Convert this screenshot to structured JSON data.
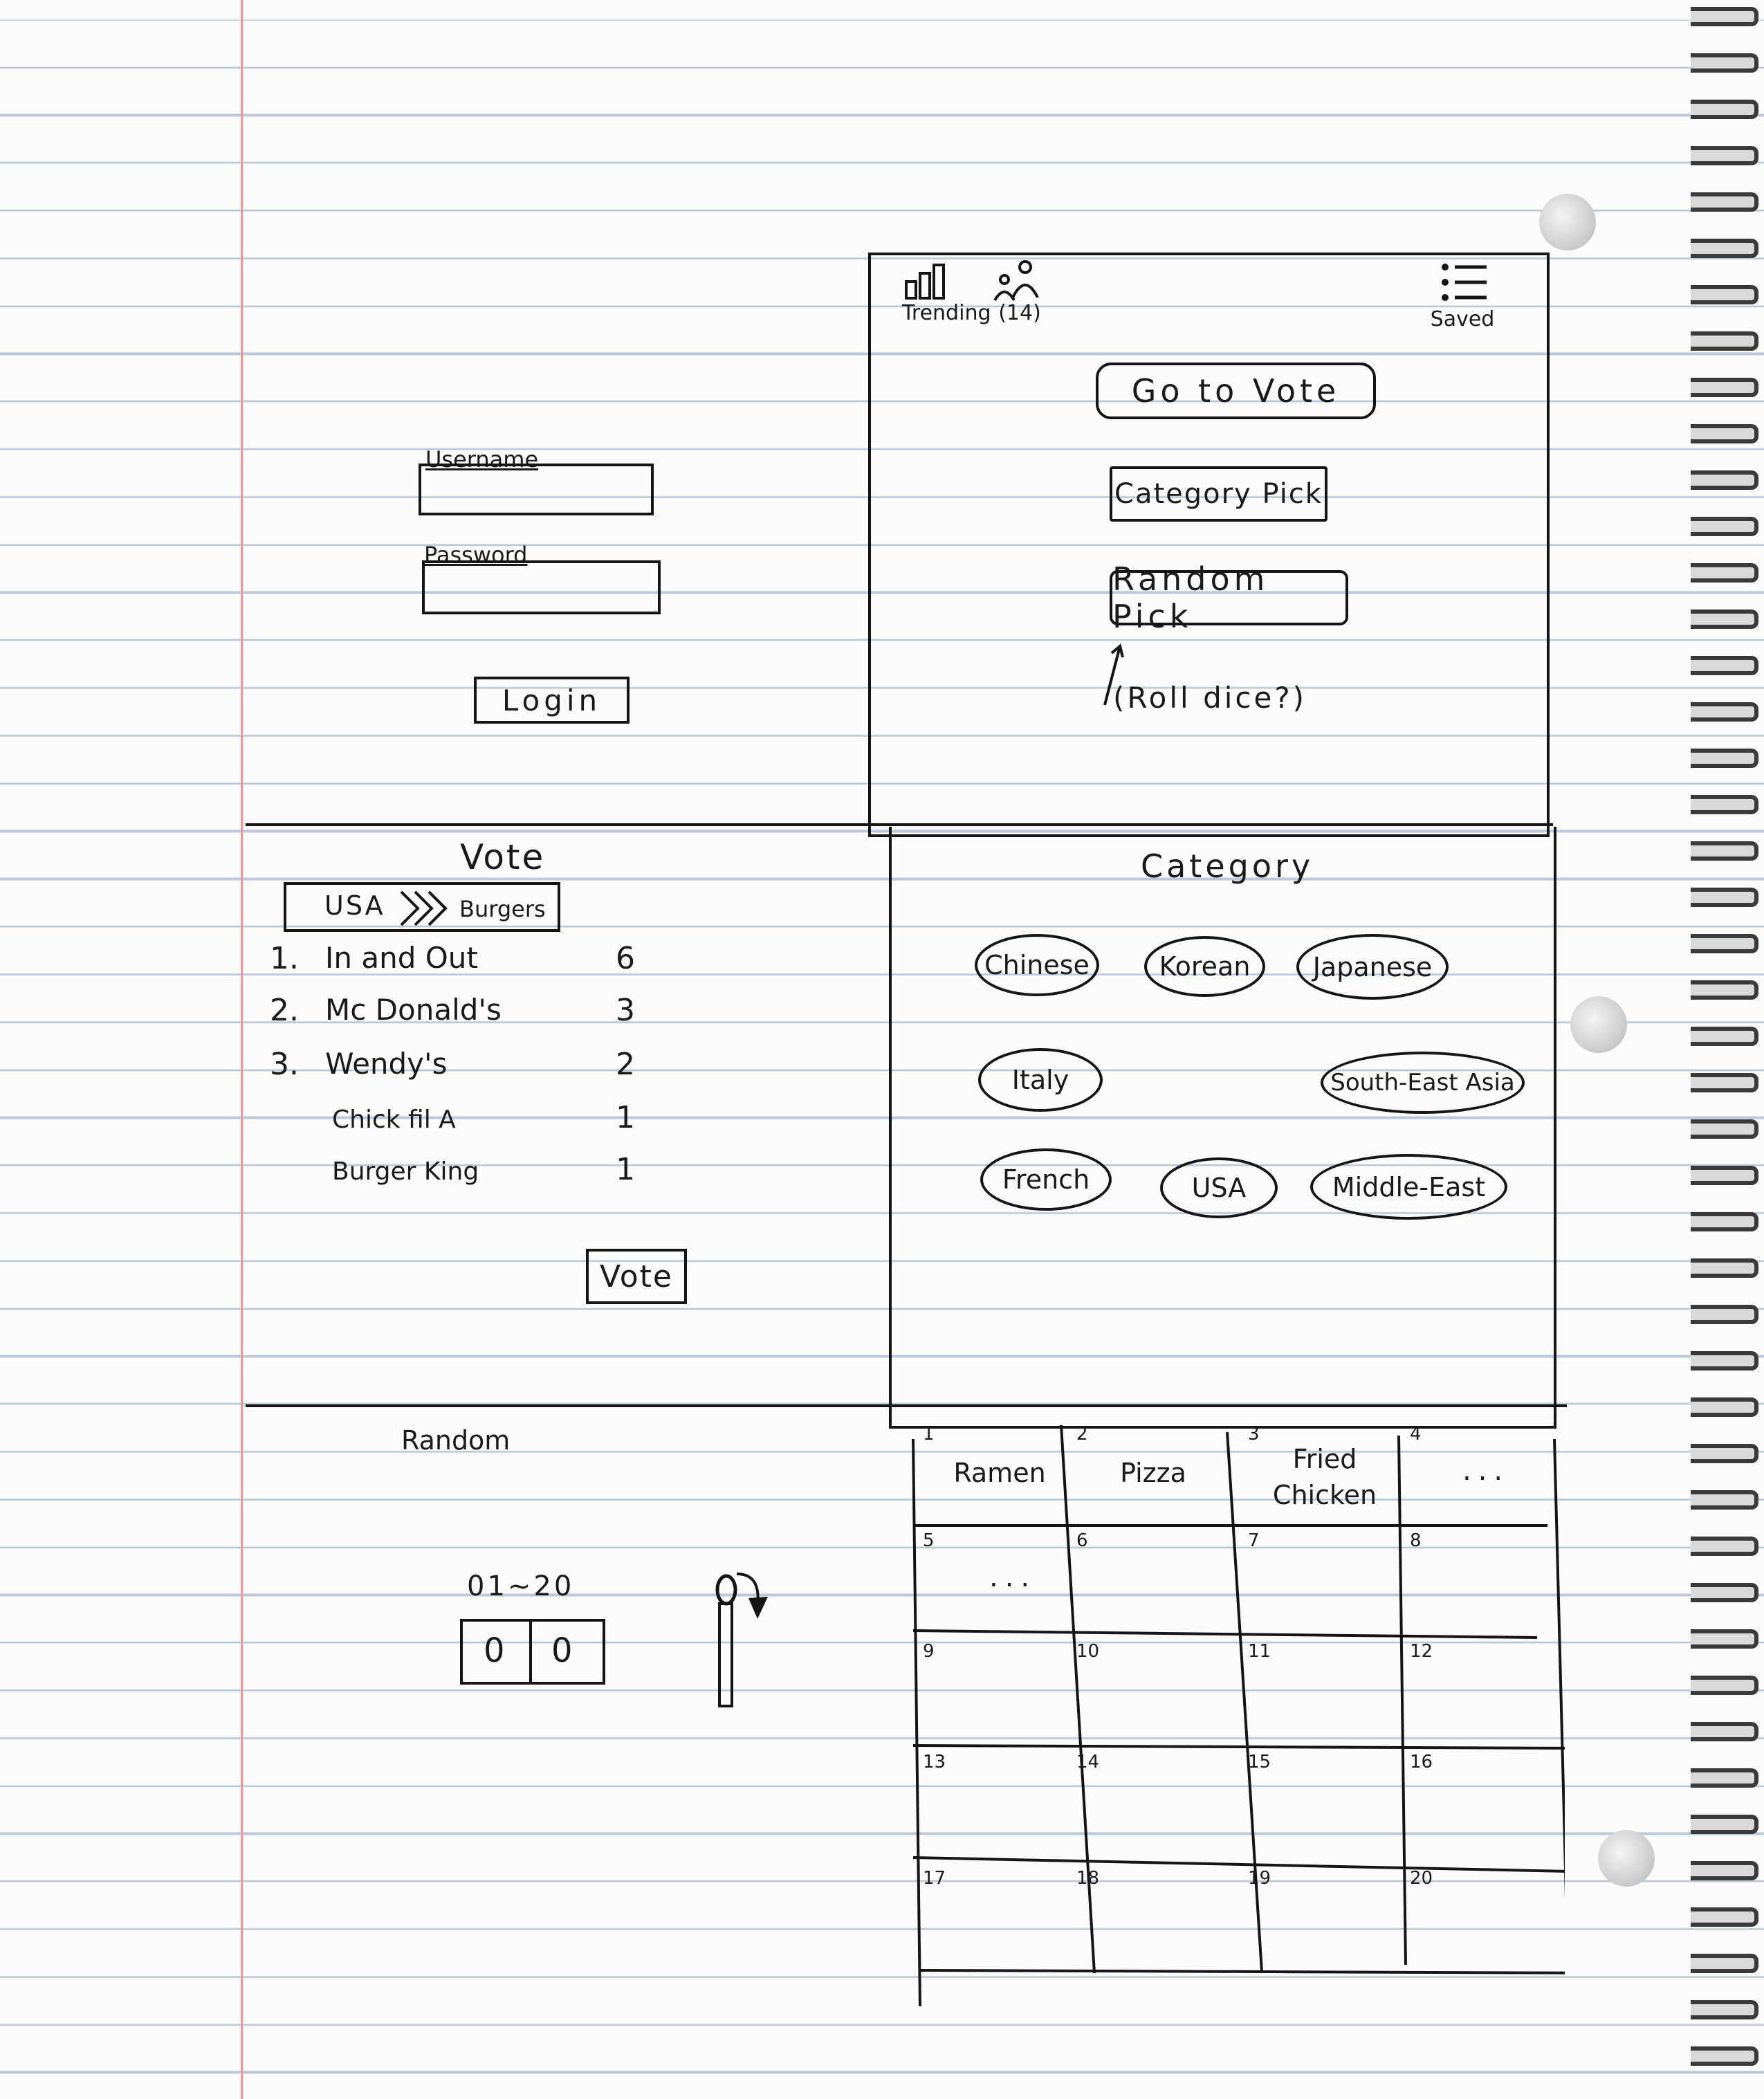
{
  "header": {
    "trending_label": "Trending",
    "online_count": "(14)",
    "saved_label": "Saved"
  },
  "login": {
    "username_label": "Username",
    "password_label": "Password",
    "login_button": "Login"
  },
  "home": {
    "go_to_vote": "Go to Vote",
    "category_pick": "Category Pick",
    "random_pick": "Random Pick",
    "roll_note": "(Roll dice?)"
  },
  "vote": {
    "title": "Vote",
    "breadcrumb": [
      "USA",
      "Burgers"
    ],
    "rows": [
      {
        "rank": "1.",
        "name": "In and Out",
        "count": "6"
      },
      {
        "rank": "2.",
        "name": "Mc Donald's",
        "count": "3"
      },
      {
        "rank": "3.",
        "name": "Wendy's",
        "count": "2"
      },
      {
        "rank": "",
        "name": "Chick fil A",
        "count": "1"
      },
      {
        "rank": "",
        "name": "Burger King",
        "count": "1"
      }
    ],
    "vote_button": "Vote"
  },
  "category": {
    "title": "Category",
    "options": [
      "Chinese",
      "Korean",
      "Japanese",
      "Italy",
      "South-East Asia",
      "French",
      "USA",
      "Middle-East"
    ]
  },
  "random": {
    "title": "Random",
    "range_label": "01~20",
    "digits": [
      "0",
      "0"
    ]
  },
  "grid": {
    "numbers": [
      "1",
      "2",
      "3",
      "4",
      "5",
      "6",
      "7",
      "8",
      "9",
      "10",
      "11",
      "12",
      "13",
      "14",
      "15",
      "16",
      "17",
      "18",
      "19",
      "20"
    ],
    "items": {
      "1": "Ramen",
      "2": "Pizza",
      "3": "Fried Chicken"
    },
    "ellipsis": "..."
  }
}
